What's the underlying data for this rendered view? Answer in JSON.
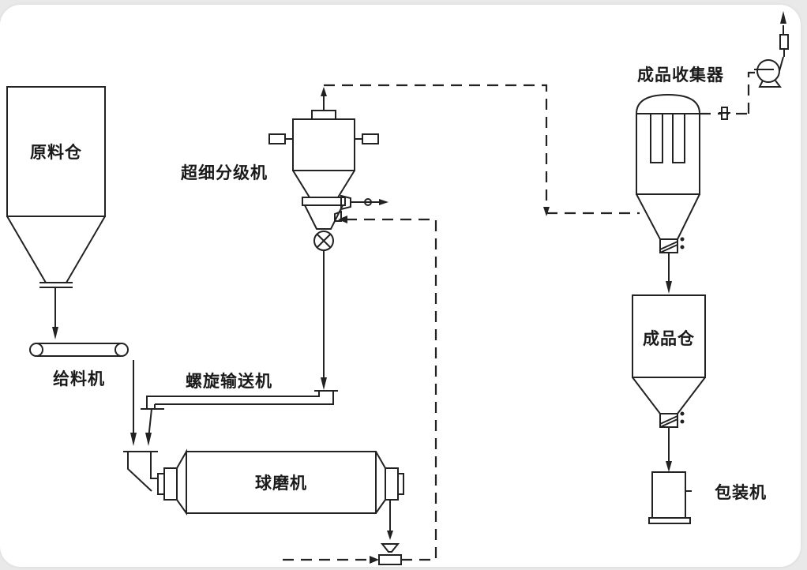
{
  "diagram": {
    "type": "process-flow",
    "subject": "ultrafine powder grinding and classification line",
    "colors": {
      "line": "#222222",
      "background": "#ffffff",
      "page": "#e9e9e9"
    },
    "nodes": {
      "raw_silo": {
        "label": "原料仓"
      },
      "feeder": {
        "label": "给料机"
      },
      "screw_conveyor": {
        "label": "螺旋输送机"
      },
      "ball_mill": {
        "label": "球磨机"
      },
      "classifier": {
        "label": "超细分级机"
      },
      "collector": {
        "label": "成品收集器"
      },
      "product_silo": {
        "label": "成品仓"
      },
      "packer": {
        "label": "包装机"
      }
    },
    "edges": [
      {
        "from": "原料仓",
        "to": "给料机",
        "style": "solid"
      },
      {
        "from": "给料机",
        "to": "球磨机",
        "style": "solid"
      },
      {
        "from": "螺旋输送机",
        "to": "球磨机",
        "style": "solid"
      },
      {
        "from": "超细分级机",
        "to": "螺旋输送机",
        "style": "solid"
      },
      {
        "from": "球磨机",
        "to": "超细分级机",
        "style": "dashed"
      },
      {
        "from": "超细分级机",
        "to": "成品收集器",
        "style": "dashed"
      },
      {
        "from": "成品收集器",
        "to": "fan",
        "style": "dashed"
      },
      {
        "from": "成品收集器",
        "to": "成品仓",
        "style": "solid"
      },
      {
        "from": "成品仓",
        "to": "包装机",
        "style": "solid"
      }
    ]
  }
}
